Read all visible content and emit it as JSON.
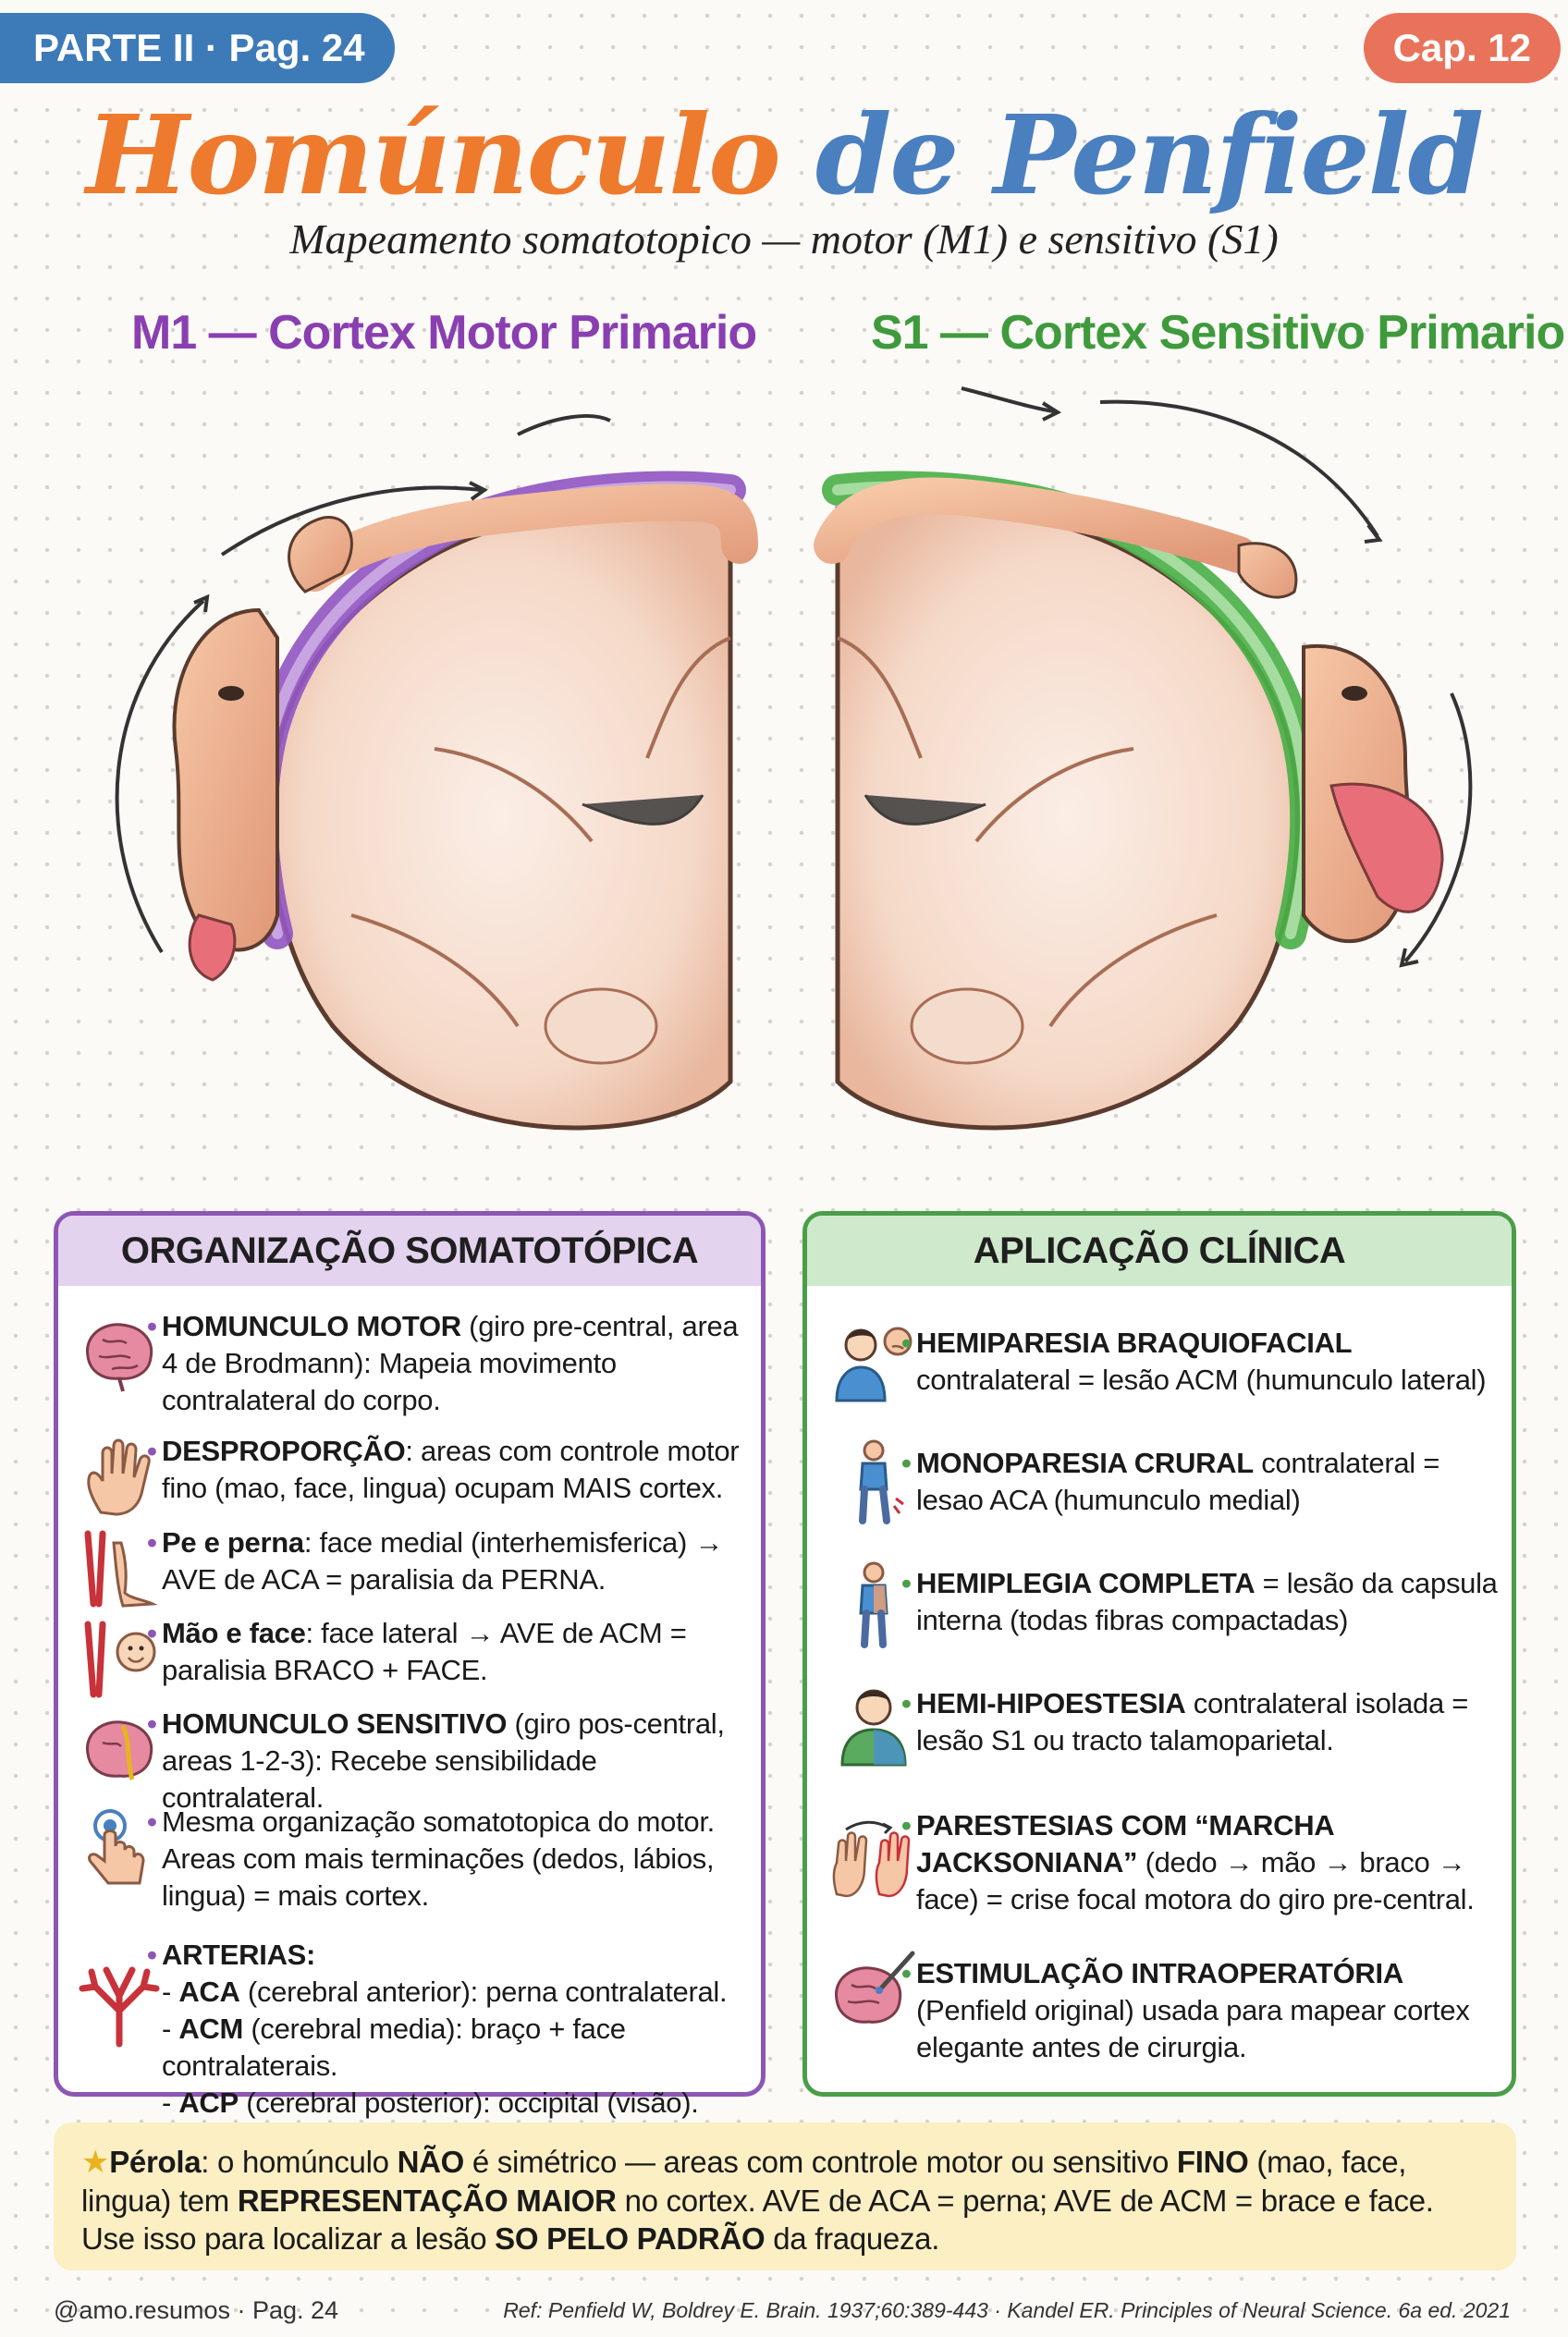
{
  "tags": {
    "left": "PARTE II · Pag. 24",
    "right": "Cap. 12"
  },
  "title": {
    "part1": "Homúnculo",
    "part2": "de Penfield"
  },
  "subtitle": "Mapeamento somatotopico — motor (M1) e sensitivo (S1)",
  "sections": {
    "m1": "M1 — Cortex Motor Primario",
    "s1": "S1 — Cortex Sensitivo Primario"
  },
  "colors": {
    "motor": "#8e55b4",
    "sensory": "#4a9e48",
    "title_orange": "#ee7a2e",
    "title_blue": "#4a7fc0",
    "pearl_bg": "#fbefc3"
  },
  "left_box": {
    "heading": "ORGANIZAÇÃO SOMATOTÓPICA",
    "items": [
      {
        "icon": "brain-icon",
        "bold": "HOMUNCULO MOTOR",
        "text": " (giro pre-central, area 4 de Brodmann): Mapeia movimento contralateral do corpo."
      },
      {
        "icon": "hand-icon",
        "bold": "DESPROPORÇÃO",
        "text": ": areas com controle motor fino (mao, face, lingua) ocupam MAIS cortex."
      },
      {
        "icon": "leg-artery-icon",
        "bold": "Pe e perna",
        "text": ": face medial (interhemisferica) → AVE de ACA = paralisia da PERNA."
      },
      {
        "icon": "face-artery-icon",
        "bold": "Mão e face",
        "text": ": face lateral → AVE de ACM = paralisia BRACO + FACE."
      },
      {
        "icon": "sensory-brain-icon",
        "bold": "HOMUNCULO SENSITIVO",
        "text": " (giro pos-central, areas 1-2-3): Recebe sensibilidade contralateral."
      },
      {
        "icon": "touch-icon",
        "bold": "",
        "text": "Mesma organização somatotopica do motor. Areas com mais terminações (dedos, lábios, lingua) = mais cortex."
      }
    ],
    "arteries": {
      "heading": "ARTERIAS:",
      "lines": [
        {
          "bold": "ACA",
          "text": " (cerebral anterior): perna contralateral."
        },
        {
          "bold": "ACM",
          "text": " (cerebral media): braço + face contralaterais."
        },
        {
          "bold": "ACP",
          "text": " (cerebral posterior): occipital (visão)."
        }
      ]
    }
  },
  "right_box": {
    "heading": "APLICAÇÃO CLÍNICA",
    "items": [
      {
        "icon": "patient-face-icon",
        "bold": "HEMIPARESIA BRAQUIOFACIAL",
        "text": " contralateral = lesão ACM (humunculo lateral)"
      },
      {
        "icon": "person-leg-icon",
        "bold": "MONOPARESIA CRURAL",
        "text": " contralateral = lesao ACA (humunculo medial)"
      },
      {
        "icon": "person-half-icon",
        "bold": "HEMIPLEGIA COMPLETA",
        "text": " = lesão da capsula interna (todas fibras compactadas)"
      },
      {
        "icon": "person-bust-icon",
        "bold": "HEMI-HIPOESTESIA",
        "text": " contralateral isolada = lesão S1 ou tracto talamoparietal."
      },
      {
        "icon": "hands-march-icon",
        "bold": "PARESTESIAS COM “MARCHA JACKSONIANA”",
        "text": " (dedo → mão → braco → face) = crise focal motora do giro pre-central."
      },
      {
        "icon": "brain-probe-icon",
        "bold": "ESTIMULAÇÃO INTRAOPERATÓRIA",
        "text": " (Penfield original) usada para mapear cortex elegante antes de cirurgia."
      }
    ]
  },
  "pearl": {
    "label": "Pérola",
    "p1": ": o homúnculo ",
    "b1": "NÃO",
    "p2": " é simétrico — areas com controle motor ou sensitivo ",
    "b2": "FINO",
    "p3": " (mao, face, lingua) tem ",
    "b3": "REPRESENTAÇÃO MAIOR",
    "p4": " no cortex. AVE de ACA = perna; AVE de ACM = brace e face. Use isso para localizar a lesão ",
    "b4": "SO PELO PADRÃO",
    "p5": " da fraqueza."
  },
  "footer": {
    "left": "@amo.resumos · Pag. 24",
    "right": "Ref: Penfield W, Boldrey E. Brain. 1937;60:389-443 · Kandel ER. Principles of Neural Science. 6a ed. 2021"
  }
}
